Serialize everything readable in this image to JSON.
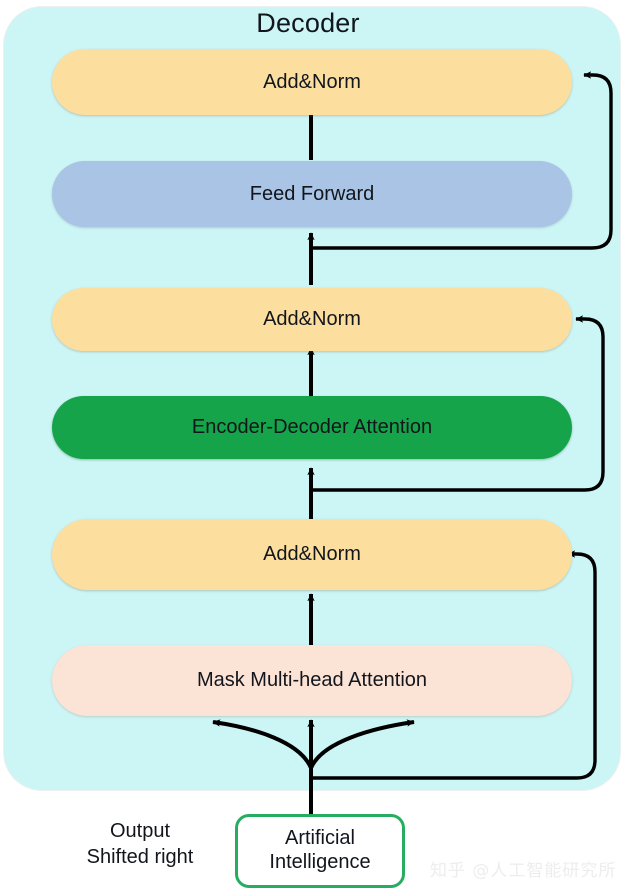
{
  "diagram": {
    "title": "Decoder",
    "blocks": [
      {
        "id": "addnorm-top",
        "label": "Add&Norm",
        "color": "#fcdf9f"
      },
      {
        "id": "feed-forward",
        "label": "Feed Forward",
        "color": "#a9c4e4"
      },
      {
        "id": "addnorm-mid",
        "label": "Add&Norm",
        "color": "#fcdf9f"
      },
      {
        "id": "encoder-decoder-attention",
        "label": "Encoder-Decoder Attention",
        "color": "#16a44b"
      },
      {
        "id": "addnorm-bottom",
        "label": "Add&Norm",
        "color": "#fcdf9f"
      },
      {
        "id": "mask-multi-head-attention",
        "label": "Mask Multi-head Attention",
        "color": "#fbe3d6"
      }
    ],
    "input": {
      "token_line1": "Artificial",
      "token_line2": "Intelligence",
      "border_color": "#27ad5f",
      "caption_line1": "Output",
      "caption_line2": "Shifted right"
    },
    "container_color": "#ccf5f5",
    "arrow_color": "#000000",
    "watermark": "知乎 @人工智能研究所"
  }
}
